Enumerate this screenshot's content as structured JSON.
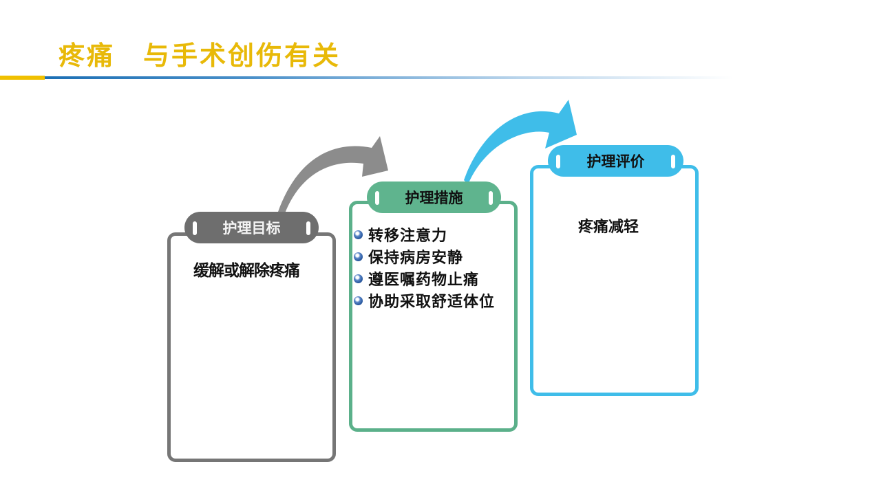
{
  "slide": {
    "title": "疼痛　与手术创伤有关"
  },
  "diagram": {
    "goal": {
      "tab_label": "护理目标",
      "content": "缓解或解除疼痛",
      "color": "#767676"
    },
    "measures": {
      "tab_label": "护理措施",
      "items": [
        "转移注意力",
        "保持病房安静",
        "遵医嘱药物止痛",
        "协助采取舒适体位"
      ],
      "color": "#5bb08a"
    },
    "evaluation": {
      "tab_label": "护理评价",
      "content": "疼痛减轻",
      "color": "#3fbde9"
    },
    "arrows": [
      {
        "name": "goal-to-measures-arrow",
        "color": "#8c8c8c"
      },
      {
        "name": "measures-to-evaluation-arrow",
        "color": "#3fbde9"
      }
    ]
  },
  "colors": {
    "title": "#e8b908",
    "accent_yellow": "#f0c000",
    "accent_blue": "#1c6fb4"
  }
}
